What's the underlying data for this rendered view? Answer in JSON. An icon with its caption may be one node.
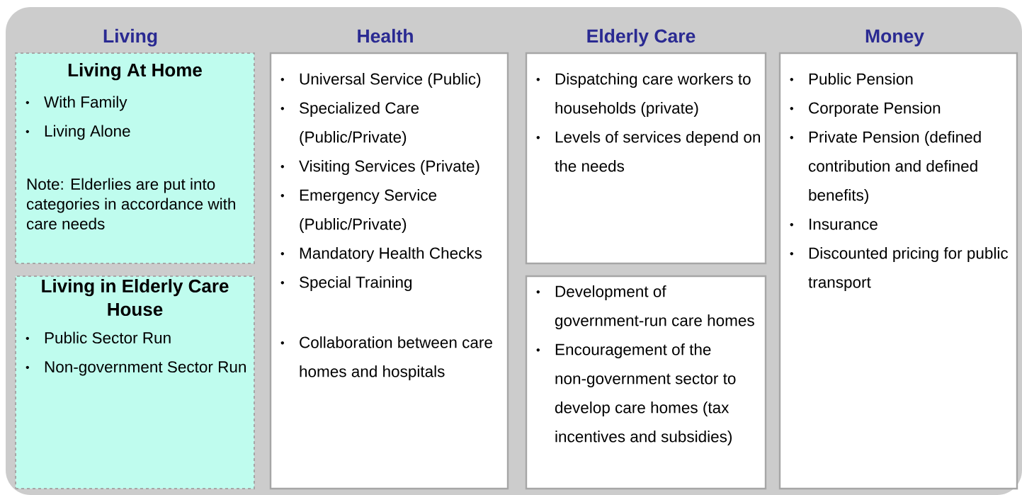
{
  "diagram": {
    "nodes": [
      {
        "text": [
          "Living At Home",
          "With Family",
          "Living Alone",
          "Note: Elderlies are put into categories in accordance with care needs"
        ]
      },
      {
        "text": [
          "Living in Elderly Care House",
          "Public Sector Run",
          "Non-government Sector Run"
        ]
      },
      {
        "text": [
          "Universal Service (Public)",
          "Specialized Care (Public/Private)",
          "Visiting Services (Private)",
          "Emergency Service (Public/Private)",
          "Mandatory Health Checks",
          "Special Training",
          "Collaboration between care homes and hospitals"
        ]
      },
      {
        "text": [
          "Dispatching care workers to households (private)",
          "Levels of services depend on the needs"
        ]
      },
      {
        "text": [
          "Development of government-run care homes",
          "Encouragement of the non-government sector to develop care homes (tax incentives and subsidies)"
        ]
      },
      {
        "text": [
          "Public Pension",
          "Corporate Pension",
          "Private Pension (defined contribution and defined benefits)",
          "Insurance",
          "Discounted pricing for public transport"
        ]
      }
    ],
    "labels": [
      "Living",
      "Health",
      "Elderly Care",
      "Money"
    ]
  }
}
